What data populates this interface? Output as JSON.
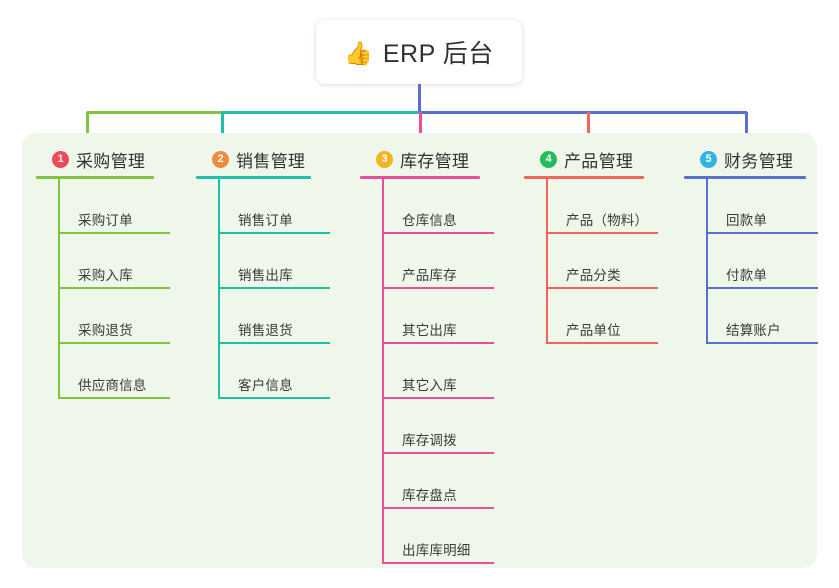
{
  "diagram": {
    "type": "mindmap-tree",
    "root": {
      "icon": "thumbs-up-emoji",
      "icon_glyph": "👍",
      "label": "ERP 后台"
    },
    "panel_color": "#eef7e9",
    "branches": [
      {
        "number": "1",
        "label": "采购管理",
        "badge_color": "#f04a5a",
        "line_color": "#82c341",
        "items": [
          {
            "label": "采购订单"
          },
          {
            "label": "采购入库"
          },
          {
            "label": "采购退货"
          },
          {
            "label": "供应商信息"
          }
        ]
      },
      {
        "number": "2",
        "label": "销售管理",
        "badge_color": "#f08a3c",
        "line_color": "#1ec0a8",
        "items": [
          {
            "label": "销售订单"
          },
          {
            "label": "销售出库"
          },
          {
            "label": "销售退货"
          },
          {
            "label": "客户信息"
          }
        ]
      },
      {
        "number": "3",
        "label": "库存管理",
        "badge_color": "#f5b222",
        "line_color": "#e8509a",
        "items": [
          {
            "label": "仓库信息"
          },
          {
            "label": "产品库存"
          },
          {
            "label": "其它出库"
          },
          {
            "label": "其它入库"
          },
          {
            "label": "库存调拨"
          },
          {
            "label": "库存盘点"
          },
          {
            "label": "出库库明细"
          }
        ]
      },
      {
        "number": "4",
        "label": "产品管理",
        "badge_color": "#25bb5a",
        "line_color": "#f4645c",
        "items": [
          {
            "label": "产品（物料）"
          },
          {
            "label": "产品分类"
          },
          {
            "label": "产品单位"
          }
        ]
      },
      {
        "number": "5",
        "label": "财务管理",
        "badge_color": "#31b3e8",
        "line_color": "#5b6fd0",
        "items": [
          {
            "label": "回款单"
          },
          {
            "label": "付款单"
          },
          {
            "label": "结算账户"
          }
        ]
      }
    ]
  }
}
